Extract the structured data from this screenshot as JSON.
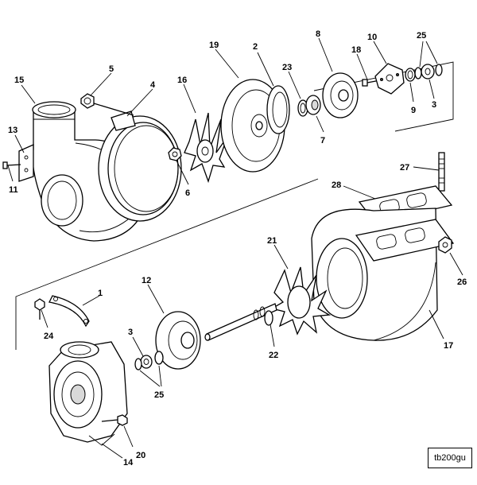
{
  "figure_ref": "tb200gu",
  "callouts": [
    {
      "id": "c1",
      "text": "1"
    },
    {
      "id": "c2",
      "text": "2"
    },
    {
      "id": "c3a",
      "text": "3"
    },
    {
      "id": "c3b",
      "text": "3"
    },
    {
      "id": "c4",
      "text": "4"
    },
    {
      "id": "c5",
      "text": "5"
    },
    {
      "id": "c6",
      "text": "6"
    },
    {
      "id": "c7",
      "text": "7"
    },
    {
      "id": "c8",
      "text": "8"
    },
    {
      "id": "c9",
      "text": "9"
    },
    {
      "id": "c10",
      "text": "10"
    },
    {
      "id": "c11",
      "text": "11"
    },
    {
      "id": "c12",
      "text": "12"
    },
    {
      "id": "c13",
      "text": "13"
    },
    {
      "id": "c14",
      "text": "14"
    },
    {
      "id": "c15",
      "text": "15"
    },
    {
      "id": "c16",
      "text": "16"
    },
    {
      "id": "c17",
      "text": "17"
    },
    {
      "id": "c18",
      "text": "18"
    },
    {
      "id": "c19",
      "text": "19"
    },
    {
      "id": "c20",
      "text": "20"
    },
    {
      "id": "c21",
      "text": "21"
    },
    {
      "id": "c22",
      "text": "22"
    },
    {
      "id": "c23",
      "text": "23"
    },
    {
      "id": "c24",
      "text": "24"
    },
    {
      "id": "c25a",
      "text": "25"
    },
    {
      "id": "c25b",
      "text": "25"
    },
    {
      "id": "c26",
      "text": "26"
    },
    {
      "id": "c27",
      "text": "27"
    },
    {
      "id": "c28",
      "text": "28"
    }
  ]
}
